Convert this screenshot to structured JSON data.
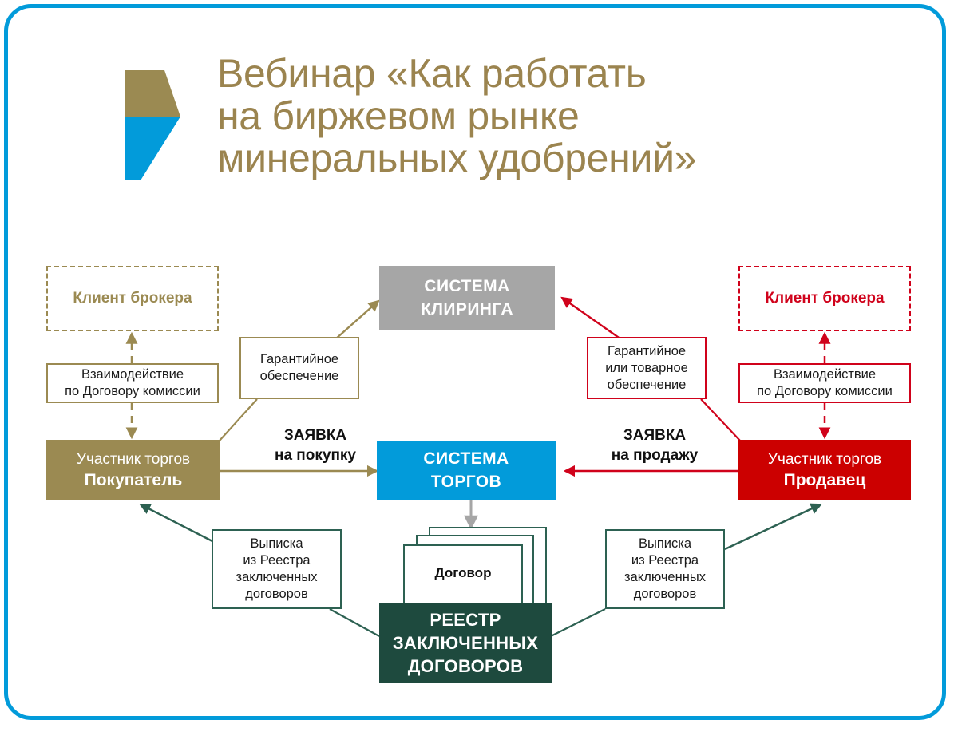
{
  "slide": {
    "frame_color": "#029bda",
    "title": "Вебинар «Как работать\nна биржевом рынке\nминеральных удобрений»",
    "title_color": "#9b844f",
    "logo_name": "chevron-logo",
    "logo_colors": {
      "top": "#9b8a52",
      "bottom": "#029bda"
    }
  },
  "diagram": {
    "left": {
      "client_box": "Клиент брокера",
      "interaction_box": "Взаимодействие\nпо Договору комиссии",
      "collateral_box": "Гарантийное\nобеспечение",
      "order_label_line1": "ЗАЯВКА",
      "order_label_line2": "на покупку",
      "participant_line1": "Участник торгов",
      "participant_line2": "Покупатель",
      "extract_box": "Выписка\nиз Реестра\nзаключенных\nдоговоров",
      "color": "#9b8a52"
    },
    "right": {
      "client_box": "Клиент брокера",
      "interaction_box": "Взаимодействие\nпо Договору комиссии",
      "collateral_box": "Гарантийное\nили товарное\nобеспечение",
      "order_label_line1": "ЗАЯВКА",
      "order_label_line2": "на продажу",
      "participant_line1": "Участник торгов",
      "participant_line2": "Продавец",
      "extract_box": "Выписка\nиз Реестра\nзаключенных\nдоговоров",
      "color": "#cc0000"
    },
    "center": {
      "clearing_line1": "СИСТЕМА",
      "clearing_line2": "КЛИРИНГА",
      "clearing_color": "#a6a6a6",
      "trading_line1": "СИСТЕМА",
      "trading_line2": "ТОРГОВ",
      "trading_color": "#029bda",
      "contract_label": "Договор",
      "registry_line1": "РЕЕСТР",
      "registry_line2": "ЗАКЛЮЧЕННЫХ",
      "registry_line3": "ДОГОВОРОВ",
      "registry_color": "#1e4a3e"
    }
  }
}
